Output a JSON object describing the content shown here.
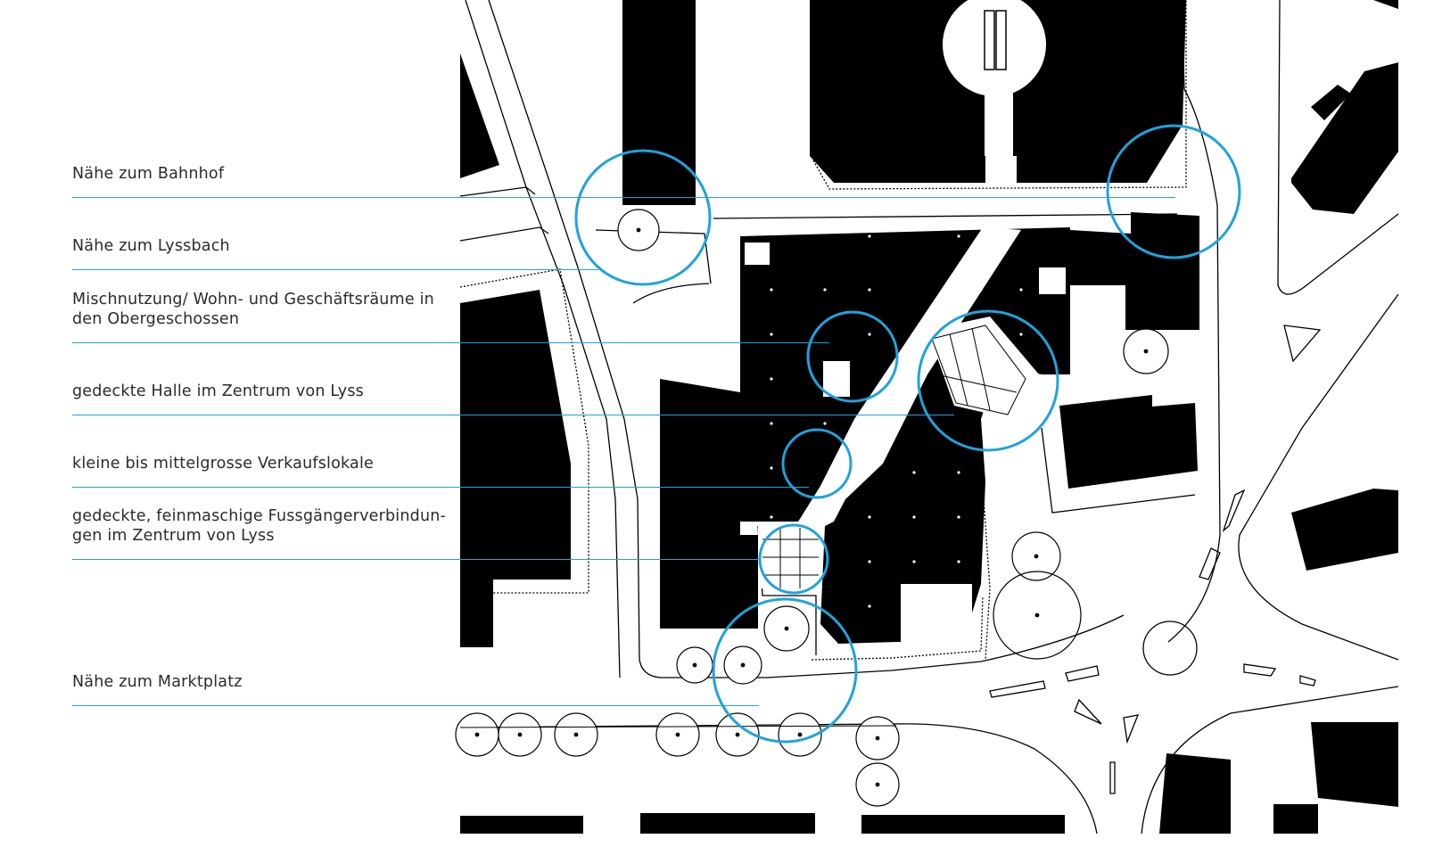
{
  "labels": {
    "l1": "Nähe zum Bahnhof",
    "l2": "Nähe zum Lyssbach",
    "l3a": "Mischnutzung/ Wohn- und Geschäftsräume in",
    "l3b": "den Obergeschossen",
    "l4": "gedeckte Halle im Zentrum von Lyss",
    "l5": "kleine bis mittelgrosse Verkaufslokale",
    "l6a": "gedeckte, feinmaschige Fussgängerverbindun-",
    "l6b": "gen im Zentrum von Lyss",
    "l7": "Nähe zum Marktplatz"
  },
  "colors": {
    "accent": "#1fa3dd",
    "building": "#000000",
    "ink": "#2b2b2b"
  }
}
